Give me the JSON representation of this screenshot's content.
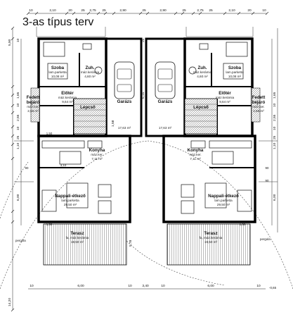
{
  "title": "3-as típus terv",
  "rooms": {
    "szoba": {
      "name": "Szoba",
      "floor": "lam.parketta",
      "area": "10,08 m²"
    },
    "zuh": {
      "name": "Zuh.",
      "floor": "máz.kerámia",
      "area": "4,60 m²"
    },
    "garazs": {
      "name": "Garázs",
      "floor": "",
      "area": "17,63 m²"
    },
    "eloter": {
      "name": "Előtér",
      "floor": "máz.kerámia",
      "area": "9,64 m²"
    },
    "fedett": {
      "name": "Fedett",
      "name2": "bejáró",
      "floor": "máz.ker.",
      "area": "2,56 m²"
    },
    "lepcso": {
      "name": "Lépcső",
      "floor": "",
      "area": ""
    },
    "konyha": {
      "name": "Konyha",
      "floor": "máz.ker.",
      "area": "7,11 m²"
    },
    "nappali": {
      "name": "Nappali-étkező",
      "floor": "lam.parketta",
      "area": "29,50 m²"
    },
    "terasz": {
      "name": "Terasz",
      "floor": "fa, máz.kerámia",
      "area": "19,50 m²"
    }
  },
  "labels": {
    "pergola_left": "pergola",
    "pergola_right": "pergola",
    "elevation": "-0,65",
    "level_lines": [
      "1,58",
      "5,78"
    ]
  },
  "dims": {
    "top": [
      "10",
      "2,10",
      "20",
      "25",
      "2,75",
      "25",
      "2,90",
      "25",
      "2,90",
      "25",
      "2,75",
      "25",
      "2,10",
      "20",
      "10"
    ],
    "bottom": [
      "10",
      "6,00",
      "10",
      "3,40",
      "10",
      "6,00",
      "10"
    ],
    "left": [
      "5,90",
      "10",
      "1,65",
      "10",
      "2,55",
      "10",
      "25",
      "1,10",
      "6,00",
      "14,20"
    ],
    "right": [
      "1,65",
      "10",
      "2,55",
      "10",
      "25",
      "1,10",
      "6,00"
    ],
    "mid": [
      "25",
      "6,15"
    ],
    "openings": [
      "3,10",
      "1,50",
      "90",
      "1,50",
      "90",
      "1,50",
      "90"
    ]
  }
}
